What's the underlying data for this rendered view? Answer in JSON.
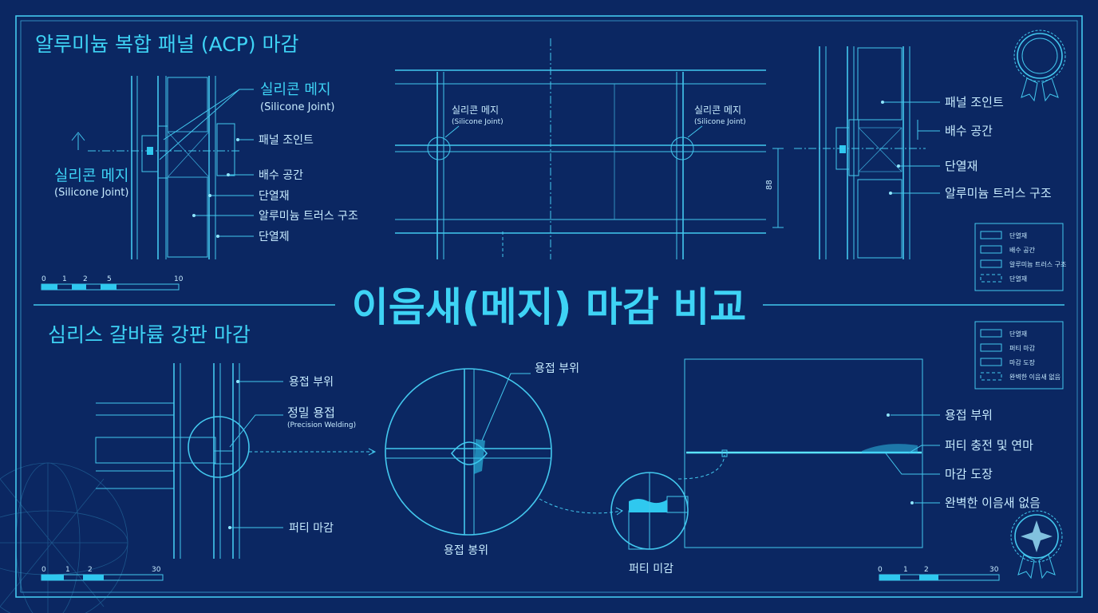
{
  "title": "이음새(메지) 마감 비교",
  "top_section": {
    "heading": "알루미늄 복합 패널 (ACP) 마감",
    "left_detail": {
      "callout_silicone_ko": "실리콘 메지",
      "callout_silicone_en": "(Silicone Joint)",
      "side_silicone_ko": "실리콘 메지",
      "side_silicone_en": "(Silicone Joint)",
      "label_panel_joint": "패널 조인트",
      "label_drain_space": "배수 공간",
      "label_insulation": "단열재",
      "label_truss": "알루미늄 트러스 구조",
      "label_insulation_2": "단열제",
      "scale": [
        "0",
        "1",
        "2",
        "5",
        "10"
      ]
    },
    "center_elevation": {
      "left_callout_ko": "실리콘 메지",
      "left_callout_en": "(Silicone Joint)",
      "right_callout_ko": "실리콘 메지",
      "right_callout_en": "(Silicone Joint)",
      "dim_text": "88"
    },
    "right_detail": {
      "label_panel_joint": "패널 조인트",
      "label_drain_space": "배수 공간",
      "label_insulation": "단열재",
      "label_truss": "알루미늄 트러스 구조"
    },
    "legend": [
      "단열재",
      "배수 공간",
      "알루미늄 트러스 구조",
      "단열재"
    ]
  },
  "bottom_section": {
    "heading": "심리스 갈바륨 강판 마감",
    "left_detail": {
      "label_weld_area": "용접 부위",
      "label_precision_ko": "정밀 용접",
      "label_precision_en": "(Precision Welding)",
      "label_putty": "퍼티 마감",
      "scale": [
        "0",
        "1",
        "2",
        "30"
      ]
    },
    "center_detail": {
      "label_weld_top": "용접 부위",
      "label_weld_bottom": "용접 봉위",
      "label_putty": "퍼티 미감"
    },
    "right_detail": {
      "label_weld_area": "용접 부위",
      "label_putty_fill": "퍼티 충전 및 연마",
      "label_paint": "마감 도장",
      "label_no_seam": "완벽한 이음새 없음",
      "scale": [
        "0",
        "1",
        "2",
        "30"
      ]
    },
    "legend": [
      "단열재",
      "퍼티 마감",
      "마감 도장",
      "완벽한 이음새 없음"
    ]
  },
  "colors": {
    "background": "#0b2762",
    "line": "#43c8ee",
    "accent": "#3ed3f5",
    "text": "#c8ecff"
  },
  "icons": [
    "award-badge-icon",
    "award-badge-star-icon",
    "north-arrow-icon"
  ]
}
